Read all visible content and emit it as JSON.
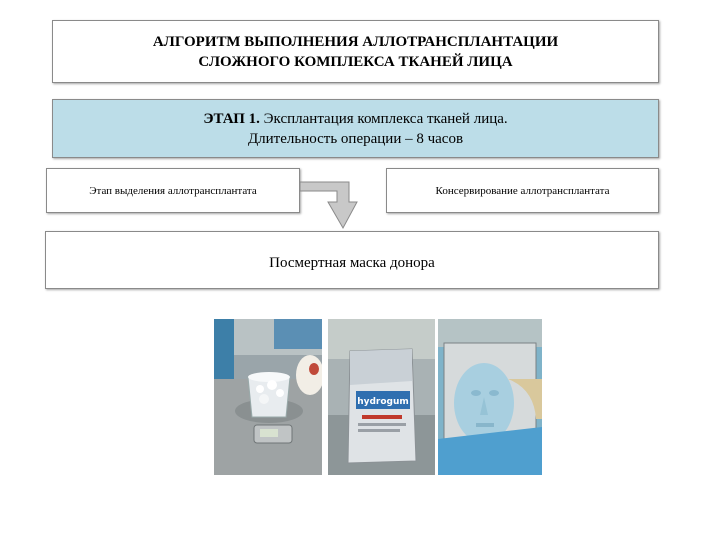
{
  "title": {
    "line1": "АЛГОРИТМ ВЫПОЛНЕНИЯ АЛЛОТРАНСПЛАНТАЦИИ",
    "line2": "СЛОЖНОГО КОМПЛЕКСА ТКАНЕЙ ЛИЦА"
  },
  "stage": {
    "label": "ЭТАП 1.",
    "text": " Эксплантация комплекса тканей лица.",
    "duration": "Длительность операции – 8 часов"
  },
  "steps": {
    "left": "Этап выделения аллотрансплантата",
    "right": "Консервирование аллотрансплантата"
  },
  "mask": {
    "label": "Посмертная маска донора"
  },
  "photos": {
    "bag_brand": "hydrogum"
  },
  "colors": {
    "stage_fill": "#bcdde8",
    "arrow_fill": "#c8c8c8",
    "border": "#8a8a8a"
  }
}
